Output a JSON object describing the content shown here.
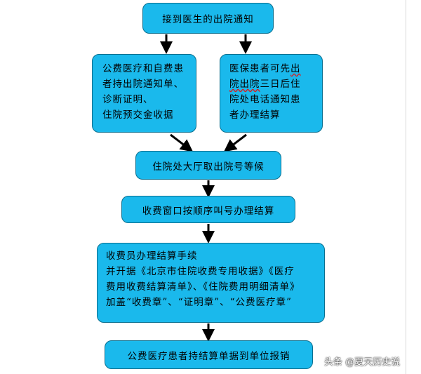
{
  "flow": {
    "step1": "接到医生的出院通知",
    "left_box": {
      "lines": [
        "公费医疗和自费患",
        "者持出院通知单、",
        "诊断证明、",
        "住院预交金收据"
      ]
    },
    "right_box": {
      "l1_a": "医保患者可先",
      "l1_b": "出",
      "l2_a": "院出院",
      "l2_b": "三日后住",
      "l3": "院处电话通知患",
      "l4": "者办理结算"
    },
    "step3": "住院处大厅取出院号等候",
    "step4": "收费窗口按顺序叫号办理结算",
    "step5": {
      "lines": [
        "收费员办理结算手续",
        "并开据《北京市住院收费专用收据》《医疗",
        "费用收费结算清单》、《住院费用明细清单》",
        "加盖“收费章”、“证明章”、“公费医疗章”"
      ]
    },
    "step6": "公费医疗患者持结算单据到单位报销"
  },
  "watermark": "头条 @夏天历史说",
  "colors": {
    "box_fill": "#1ab9ec",
    "box_border": "#0a6f8f",
    "arrow": "#000000",
    "spellcheck_underline": "#d81e1e"
  }
}
